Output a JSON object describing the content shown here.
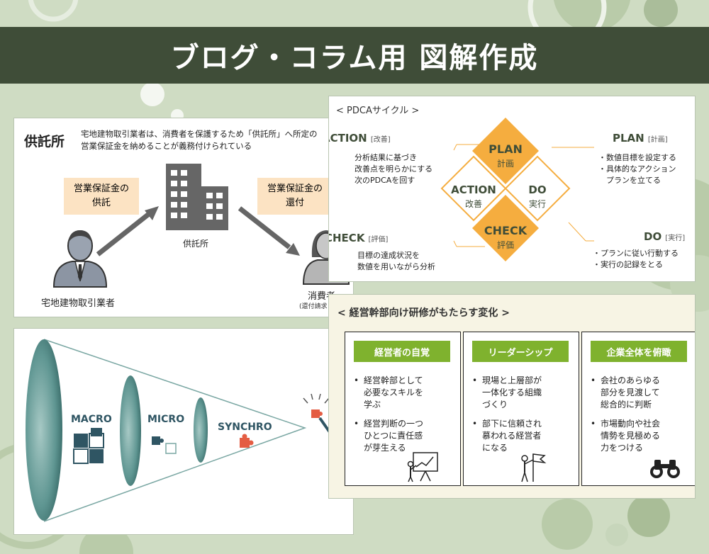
{
  "banner": {
    "title": "ブログ・コラム用 図解作成"
  },
  "colors": {
    "background": "#cfdcc3",
    "banner": "#3f4d38",
    "accent_orange": "#f5ad3f",
    "accent_green": "#7fb22e",
    "cone": "#4e8a86"
  },
  "deposit": {
    "title": "供託所",
    "description_line1": "宅地建物取引業者は、消費者を保護するため「供託所」へ所定の",
    "description_line2": "営業保証金を納めることが義務付けられている",
    "box_left_line1": "営業保証金の",
    "box_left_line2": "供託",
    "box_right_line1": "営業保証金の",
    "box_right_line2": "還付",
    "building_label": "供託所",
    "dealer_label": "宅地建物取引業者",
    "consumer_label": "消費者",
    "consumer_note": "(還付請求"
  },
  "pdca": {
    "title": "< PDCAサイクル >",
    "plan": {
      "label": "PLAN",
      "sub": "計画",
      "heading": "PLAN",
      "heading_tag": "[計画]",
      "items": [
        "・数値目標を設定する",
        "・具体的なアクション",
        "　プランを立てる"
      ]
    },
    "do": {
      "label": "DO",
      "sub": "実行",
      "heading": "DO",
      "heading_tag": "[実行]",
      "items": [
        "・プランに従い行動する",
        "・実行の記録をとる"
      ]
    },
    "check": {
      "label": "CHECK",
      "sub": "評価",
      "heading": "CHECK",
      "heading_tag": "[評価]",
      "items": [
        "目標の達成状況を",
        "数値を用いながら分析"
      ]
    },
    "action": {
      "label": "ACTION",
      "sub": "改善",
      "heading": "ACTION",
      "heading_tag": "[改善]",
      "items": [
        "分析結果に基づき",
        "改善点を明らかにする",
        "次のPDCAを回す"
      ]
    }
  },
  "training": {
    "title": "< 経営幹部向け研修がもたらす変化 >",
    "cards": [
      {
        "title": "経営者の自覚",
        "items": [
          "経営幹部として\n必要なスキルを\n学ぶ",
          "経営判断の一つ\nひとつに責任感\nが芽生える"
        ]
      },
      {
        "title": "リーダーシップ",
        "items": [
          "現場と上層部が\n一体化する組織\nづくり",
          "部下に信頼され\n慕われる経営者\nになる"
        ]
      },
      {
        "title": "企業全体を俯瞰",
        "items": [
          "会社のあらゆる\n部分を見渡して\n総合的に判断",
          "市場動向や社会\n情勢を見極める\n力をつける"
        ]
      }
    ]
  },
  "cone": {
    "macro": "MACRO",
    "micro": "MICRO",
    "synchro": "SYNCHRO"
  }
}
